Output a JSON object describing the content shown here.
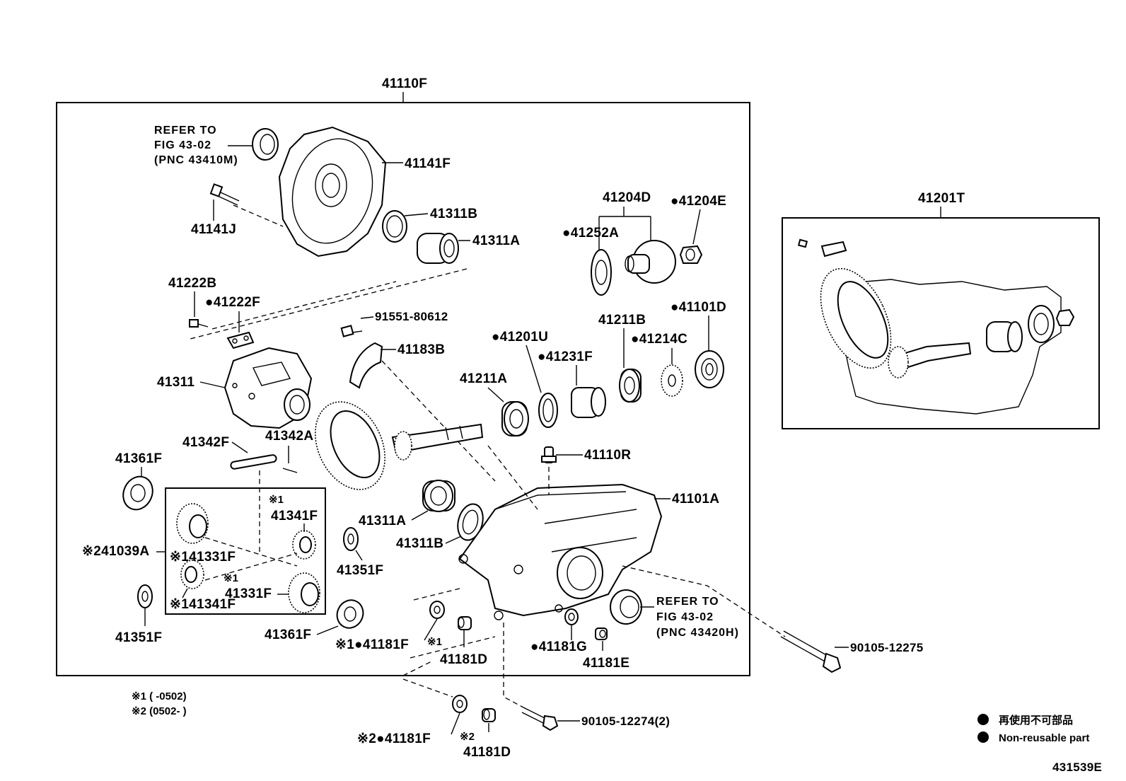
{
  "diagram": {
    "top_label": "41110F",
    "left_group_labels": {
      "l41141F": "41141F",
      "l41141J": "41141J",
      "l41311B_top": "41311B",
      "l41311A_top": "41311A",
      "l41222B": "41222B",
      "l41222F": "●41222F",
      "l91551": "91551-80612",
      "l41183B": "41183B",
      "l41311": "41311",
      "l41342F": "41342F",
      "l41342A": "41342A",
      "l41361F_top": "41361F",
      "l41039A": "※241039A",
      "l41331F_a": "※141331F",
      "l41331F_b_mark": "※1",
      "l41331F_b": "41331F",
      "l41341F_a_mark": "※1",
      "l41341F_a": "41341F",
      "l41341F_b": "※141341F",
      "l41351F_left": "41351F",
      "l41361F_bot": "41361F",
      "l41311A_mid": "41311A",
      "l41311B_mid": "41311B",
      "l41351F_mid": "41351F",
      "l41181F_in": "※1●41181F",
      "l41181D_in_mark": "※1",
      "l41181D_in": "41181D",
      "l41181G": "●41181G",
      "l41181E": "41181E",
      "l41101A": "41101A",
      "l41110R": "41110R",
      "l41211A": "41211A",
      "l41201U": "●41201U",
      "l41231F": "●41231F",
      "l41211B": "41211B",
      "l41214C": "●41214C",
      "l41101D": "●41101D",
      "l41204D": "41204D",
      "l41204E": "●41204E",
      "l41252A": "●41252A"
    },
    "refer_top": [
      "REFER TO",
      "FIG 43-02",
      "(PNC 43410M)"
    ],
    "refer_bottom": [
      "REFER TO",
      "FIG 43-02",
      "(PNC 43420H)"
    ],
    "outside_labels": {
      "l90105_12275": "90105-12275",
      "l90105_12274": "90105-12274(2)",
      "l41181F_out": "※2●41181F",
      "l41181D_out_mark": "※2",
      "l41181D_out": "41181D"
    },
    "notes": [
      "※1 (      -0502)",
      "※2 (0502-      )"
    ],
    "right_group_label": "41201T",
    "legend": {
      "jp": "再使用不可部品",
      "en": "Non-reusable part"
    },
    "figure_code": "431539E"
  }
}
